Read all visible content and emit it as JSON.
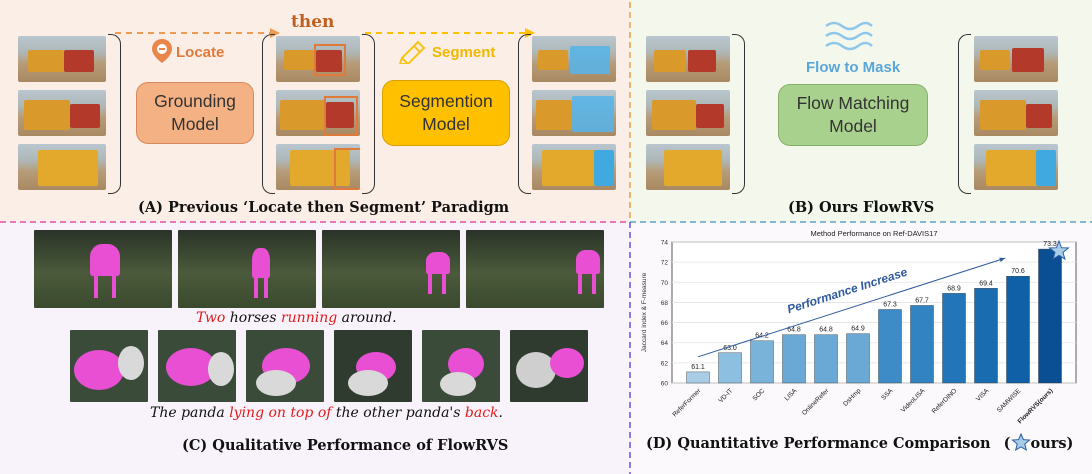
{
  "panel_a": {
    "then_label": "then",
    "locate_label": "Locate",
    "segment_label": "Segment",
    "grounding_box": "Grounding\nModel",
    "segmention_box": "Segmention\nModel",
    "caption": "(A) Previous ‘Locate then Segment’ Paradigm"
  },
  "panel_b": {
    "flow_label": "Flow to Mask",
    "flow_box": "Flow Matching\nModel",
    "caption": "(B) Ours FlowRVS"
  },
  "panel_c": {
    "sentence1": {
      "p1": "Two",
      "p2": " horses ",
      "p3": "running",
      "p4": " around."
    },
    "sentence2": {
      "p1": "The panda ",
      "p2": "lying on top of",
      "p3": " the other panda's ",
      "p4": "back",
      "p5": "."
    },
    "caption": "(C) Qualitative Performance of FlowRVS"
  },
  "panel_d": {
    "caption_left": "(D) Quantitative Performance Comparison",
    "caption_paren_open": "(",
    "caption_paren_close": "ours)"
  },
  "chart_data": {
    "type": "bar",
    "title": "Method Performance on Ref-DAVIS17",
    "ylabel": "Jaccard index & F-measure",
    "xlabel": "",
    "ylim": [
      60,
      74
    ],
    "yticks": [
      60,
      62,
      64,
      66,
      68,
      70,
      72,
      74
    ],
    "categories": [
      "ReferFormer",
      "VD-IT",
      "SOC",
      "LISA",
      "OnlineRefer",
      "DsHmp",
      "SSA",
      "VideoLISA",
      "ReferDINO",
      "VISA",
      "SAMWISE",
      "FlowRVS(ours)"
    ],
    "values": [
      61.1,
      63.0,
      64.2,
      64.8,
      64.8,
      64.9,
      67.3,
      67.7,
      68.9,
      69.4,
      70.6,
      73.3
    ],
    "value_labels": [
      "61.1",
      "63.0",
      "64.2",
      "64.8",
      "64.8",
      "64.9",
      "67.3",
      "67.7",
      "68.9",
      "69.4",
      "70.6",
      "73.3"
    ],
    "colors": [
      "#a9cde6",
      "#8dbfe0",
      "#79b3da",
      "#6aa8d6",
      "#6aa8d6",
      "#6aa8d6",
      "#3d8bc7",
      "#3183c2",
      "#2275b8",
      "#1a6cb0",
      "#1060a8",
      "#0a4f93"
    ],
    "annotation": "Performance Increase",
    "grid": true
  }
}
